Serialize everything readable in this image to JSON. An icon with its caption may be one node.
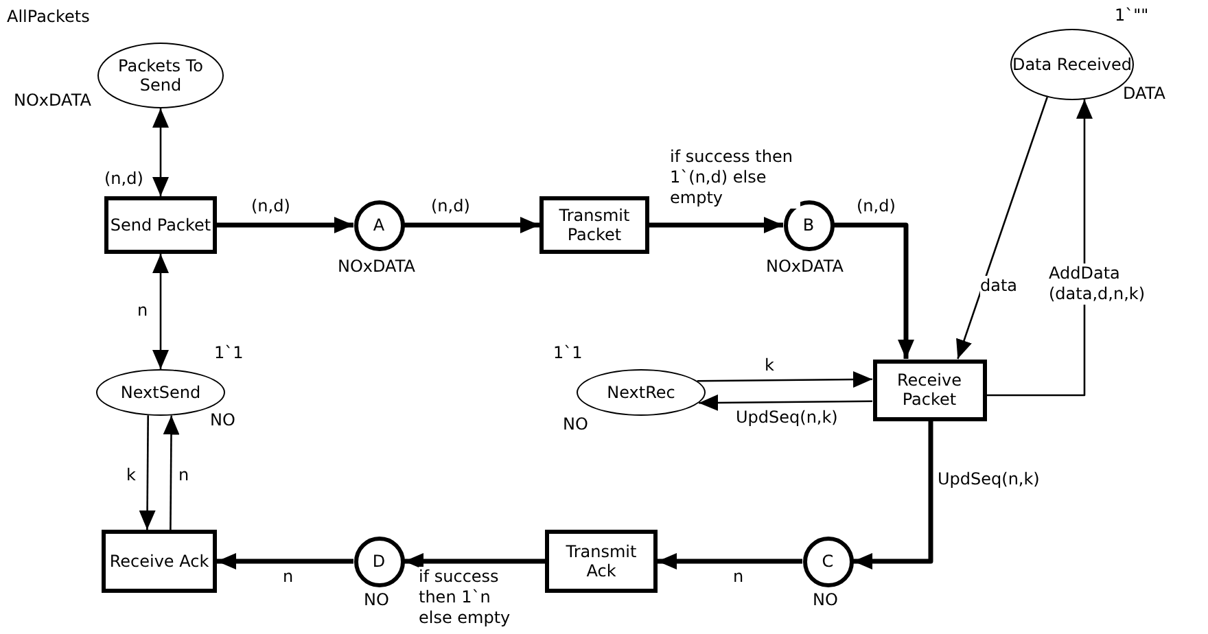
{
  "diagram": {
    "nodes": [
      {
        "text": [
          "Packets To Send"
        ],
        "beside": [
          "AllPackets",
          "NOxDATA"
        ]
      },
      {
        "text": [
          "Send Packet"
        ]
      },
      {
        "text": [
          "A"
        ],
        "beside": [
          "NOxDATA"
        ]
      },
      {
        "text": [
          "Transmit Packet"
        ]
      },
      {
        "text": [
          "B"
        ],
        "beside": [
          "NOxDATA"
        ]
      },
      {
        "text": [
          "Data Received"
        ],
        "beside": [
          "1`\"\"",
          "DATA"
        ]
      },
      {
        "text": [
          "NextSend"
        ],
        "beside": [
          "1`1",
          "NO"
        ]
      },
      {
        "text": [
          "NextRec"
        ],
        "beside": [
          "1`1",
          "NO"
        ]
      },
      {
        "text": [
          "Receive Packet"
        ]
      },
      {
        "text": [
          "Receive Ack"
        ]
      },
      {
        "text": [
          "D"
        ],
        "beside": [
          "NO"
        ]
      },
      {
        "text": [
          "Transmit Ack"
        ]
      },
      {
        "text": [
          "C"
        ],
        "beside": [
          "NO"
        ]
      }
    ],
    "edges": [
      {
        "from": 0,
        "to": 1,
        "arrow": "both",
        "label": "(n,d)"
      },
      {
        "from": 1,
        "to": 2,
        "arrow": "to",
        "label": "(n,d)",
        "style": "thick"
      },
      {
        "from": 2,
        "to": 3,
        "arrow": "to",
        "label": "(n,d)",
        "style": "thick"
      },
      {
        "from": 3,
        "to": 4,
        "arrow": "to",
        "label": "if success then 1`(n,d) else empty",
        "style": "thick"
      },
      {
        "from": 4,
        "to": 8,
        "arrow": "to",
        "label": "(n,d)",
        "style": "thick"
      },
      {
        "from": 1,
        "to": 6,
        "arrow": "both",
        "label": "n"
      },
      {
        "from": 6,
        "to": 9,
        "arrow": "to",
        "label": "k"
      },
      {
        "from": 9,
        "to": 6,
        "arrow": "to",
        "label": "n"
      },
      {
        "from": 7,
        "to": 8,
        "arrow": "to",
        "label": "k"
      },
      {
        "from": 8,
        "to": 7,
        "arrow": "to",
        "label": "UpdSeq(n,k)"
      },
      {
        "from": 5,
        "to": 8,
        "arrow": "to",
        "label": "data"
      },
      {
        "from": 8,
        "to": 5,
        "arrow": "to",
        "label": "AddData (data,d,n,k)"
      },
      {
        "from": 8,
        "to": 12,
        "arrow": "to",
        "label": "UpdSeq(n,k)",
        "style": "thick"
      },
      {
        "from": 12,
        "to": 11,
        "arrow": "to",
        "label": "n",
        "style": "thick"
      },
      {
        "from": 11,
        "to": 10,
        "arrow": "to",
        "label": "if success then 1`n else empty",
        "style": "thick"
      },
      {
        "from": 10,
        "to": 9,
        "arrow": "to",
        "label": "n",
        "style": "thick"
      }
    ]
  }
}
